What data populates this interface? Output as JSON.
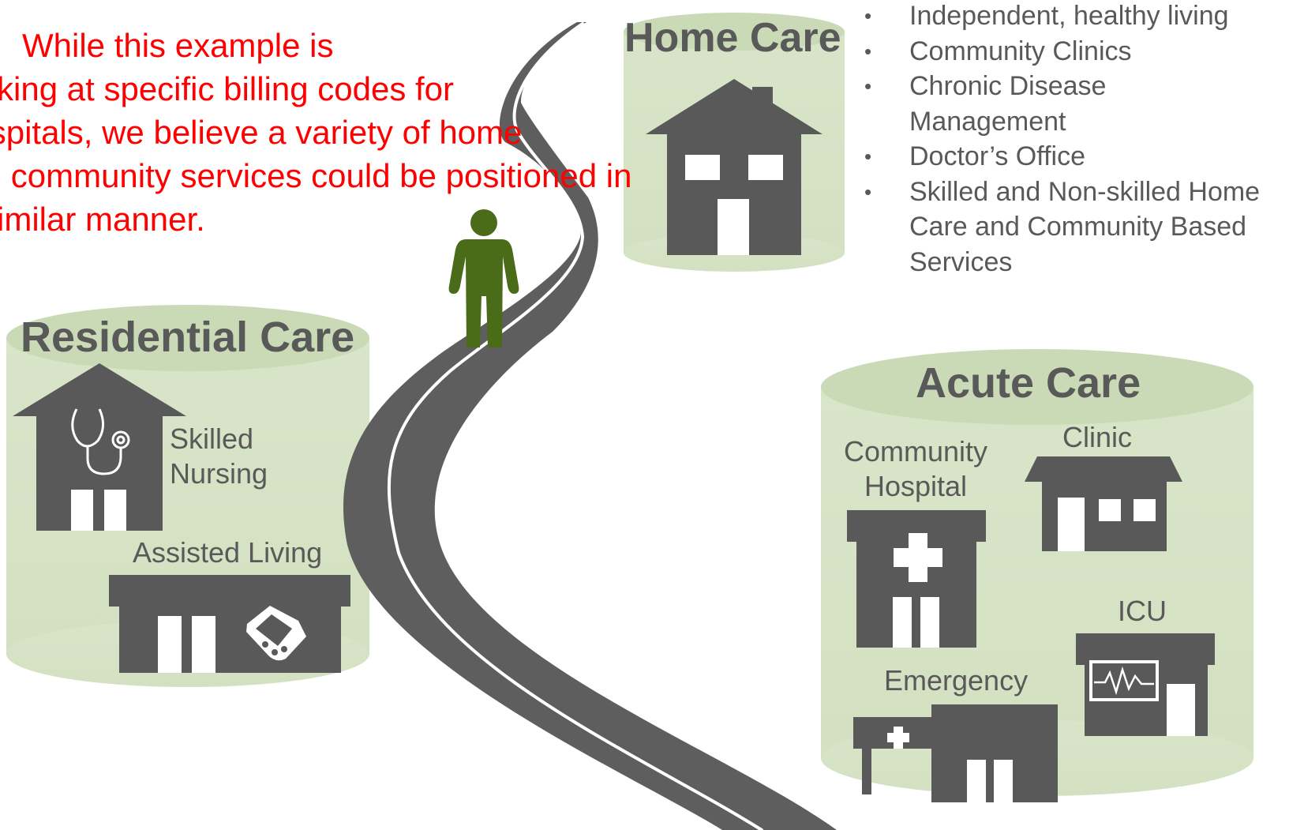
{
  "note": {
    "lines": [
      "While this example is",
      "looking at specific billing codes for",
      "hospitals, we believe a variety of home",
      "and community services could be positioned in",
      "a similar manner."
    ],
    "color": "#ff0000"
  },
  "home_care": {
    "title": "Home Care",
    "bullets": [
      "Independent, healthy living",
      "Community Clinics",
      "Chronic Disease Management",
      "Doctor’s Office",
      "Skilled and Non-skilled Home Care and Community Based Services"
    ]
  },
  "residential_care": {
    "title": "Residential Care",
    "skilled_nursing": "Skilled Nursing",
    "assisted_living": "Assisted Living"
  },
  "acute_care": {
    "title": "Acute Care",
    "community_hospital": "Community Hospital",
    "clinic": "Clinic",
    "icu": "ICU",
    "emergency": "Emergency"
  },
  "colors": {
    "cylinder_fill": "#d6e3c5",
    "cylinder_top": "#cbdab8",
    "building": "#595959",
    "road": "#5e5e5e",
    "person": "#4a6b18",
    "note_text": "#ff0000"
  },
  "icons": [
    "house-icon",
    "stethoscope-icon",
    "handshake-icon",
    "medical-cross-icon",
    "heartbeat-monitor-icon",
    "person-icon",
    "road-icon"
  ]
}
